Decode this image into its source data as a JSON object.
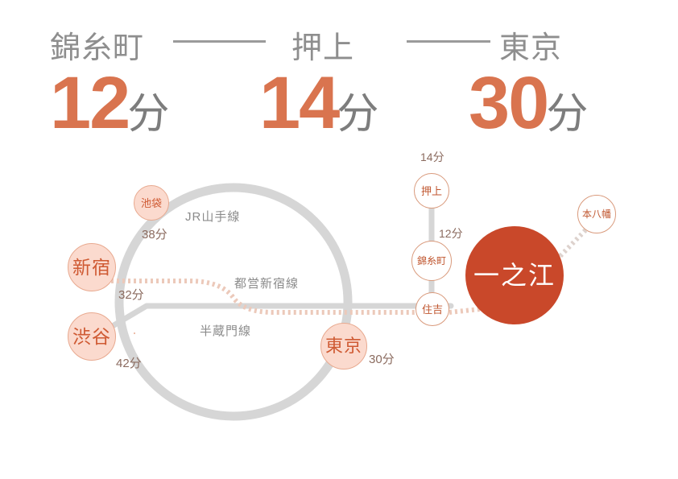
{
  "header": {
    "route_stations": [
      "錦糸町",
      "押上",
      "東京"
    ],
    "times": [
      {
        "number": "12",
        "unit": "分"
      },
      {
        "number": "14",
        "unit": "分"
      },
      {
        "number": "30",
        "unit": "分"
      }
    ],
    "separator": "—"
  },
  "map": {
    "origin_station": "一之江",
    "line_labels": {
      "yamanote": "JR山手線",
      "shinjuku": "都営新宿線",
      "hanzomon": "半蔵門線"
    },
    "stations": [
      {
        "name": "池袋",
        "time": "38分",
        "style": "pink",
        "size": "small"
      },
      {
        "name": "新宿",
        "time": "32分",
        "style": "pink",
        "size": "large"
      },
      {
        "name": "渋谷",
        "time": "42分",
        "style": "pink",
        "size": "large"
      },
      {
        "name": "東京",
        "time": "30分",
        "style": "pink",
        "size": "large"
      },
      {
        "name": "押上",
        "time": "14分",
        "style": "white",
        "size": "small"
      },
      {
        "name": "錦糸町",
        "time": "12分",
        "style": "white",
        "size": "small"
      },
      {
        "name": "住吉",
        "time": "",
        "style": "white",
        "size": "small"
      },
      {
        "name": "本八幡",
        "time": "",
        "style": "white",
        "size": "small"
      },
      {
        "name": "一之江",
        "time": "",
        "style": "solid",
        "size": "huge"
      }
    ],
    "colors": {
      "accent": "#c9482a",
      "accent_light": "#d9744f",
      "node_fill": "#fbdace",
      "node_border": "#e8a98f",
      "rail_gray": "#d4d4d4",
      "dotted": "#e9cbc0",
      "text_gray": "#8b8b8b"
    }
  }
}
